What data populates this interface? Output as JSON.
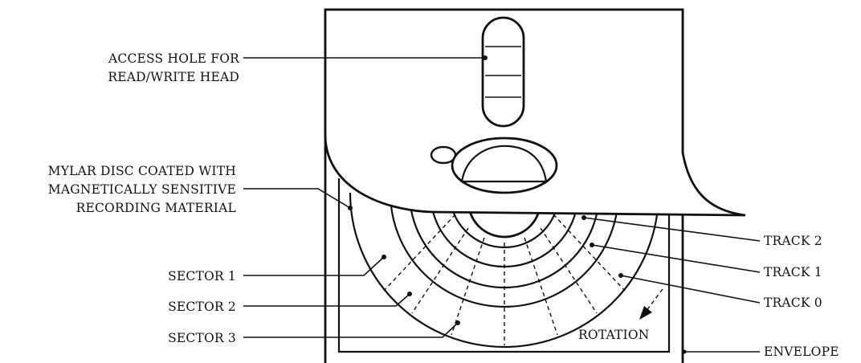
{
  "labels": {
    "access_hole_line1": "ACCESS HOLE FOR",
    "access_hole_line2": "READ/WRITE HEAD",
    "mylar_line1": "MYLAR DISC COATED WITH",
    "mylar_line2": "MAGNETICALLY SENSITIVE",
    "mylar_line3": "RECORDING MATERIAL",
    "sector1": "SECTOR 1",
    "sector2": "SECTOR 2",
    "sector3": "SECTOR 3",
    "track2": "TRACK 2",
    "track1": "TRACK 1",
    "track0": "TRACK 0",
    "envelope": "ENVELOPE",
    "rotation": "ROTATION"
  }
}
